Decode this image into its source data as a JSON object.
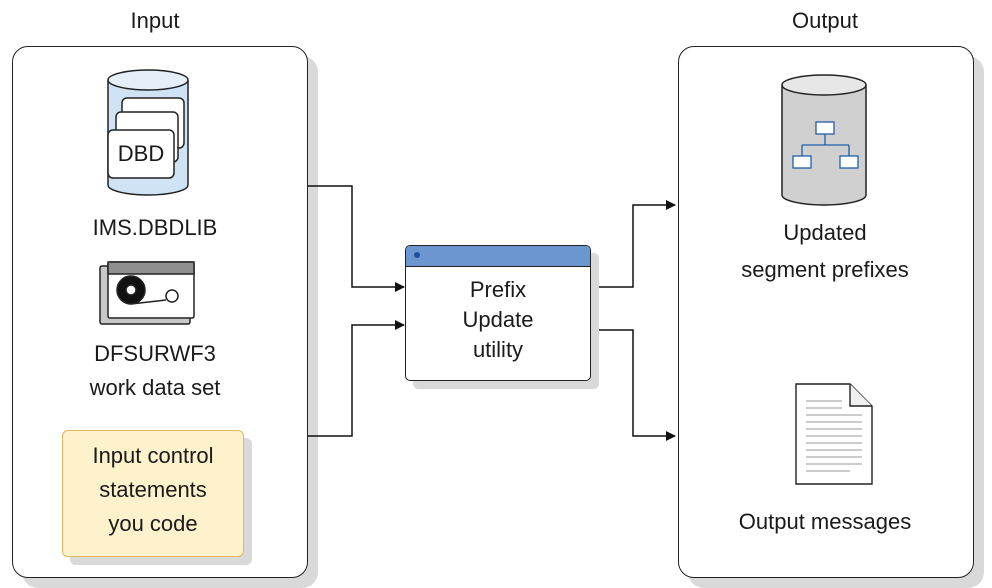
{
  "headings": {
    "input": "Input",
    "output": "Output"
  },
  "input_items": {
    "dbdlib_label": "IMS.DBDLIB",
    "dbd_card_text": "DBD",
    "workfile_label_line1": "DFSURWF3",
    "workfile_label_line2": "work data set",
    "control_line1": "Input control",
    "control_line2": "statements",
    "control_line3": "you code"
  },
  "utility": {
    "line1": "Prefix",
    "line2": "Update",
    "line3": "utility"
  },
  "output_items": {
    "prefixes_line1": "Updated",
    "prefixes_line2": "segment prefixes",
    "messages_label": "Output messages"
  },
  "colors": {
    "cylinder_blue": "#cfe3f4",
    "cylinder_gray": "#d0d0d0",
    "note_yellow": "#fdf2cc",
    "titlebar_blue": "#6b96cf"
  }
}
